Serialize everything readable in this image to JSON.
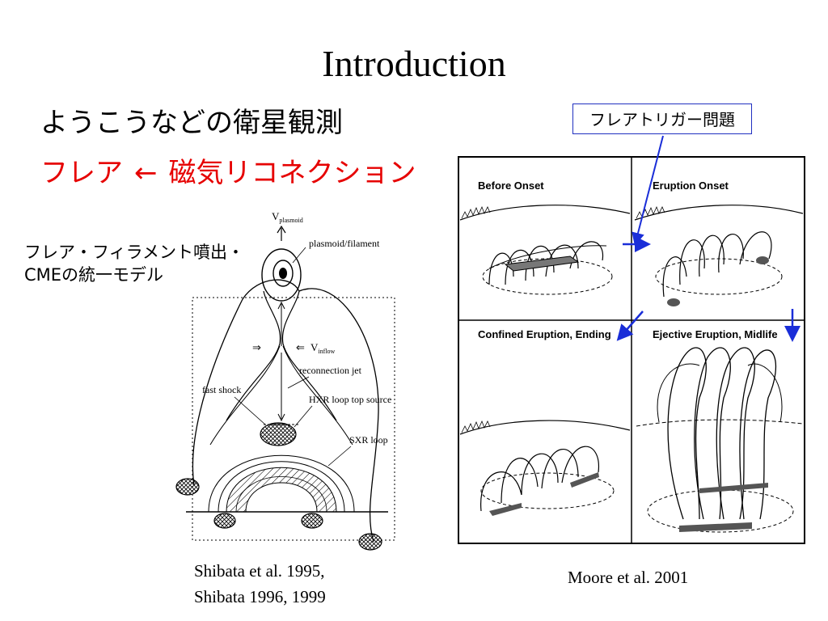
{
  "slide": {
    "title": "Introduction",
    "subtitle": "ようこうなどの衛星観測",
    "flare_line": {
      "left": "フレア",
      "arrow": "←",
      "right": "磁気リコネクション"
    },
    "trigger_label": "フレアトリガー問題",
    "unified_model_label": {
      "line1": "フレア・フィラメント噴出・",
      "line2": "CMEの統一モデル"
    },
    "citation_left": {
      "line1": "Shibata et al. 1995,",
      "line2": "Shibata 1996, 1999"
    },
    "citation_right": "Moore et al. 2001"
  },
  "shibata_diagram": {
    "v_plasmoid": "V",
    "v_plasmoid_sub": "plasmoid",
    "plasmoid_filament": "plasmoid/filament",
    "v_inflow": "V",
    "v_inflow_sub": "inflow",
    "reconnection_jet": "reconnection jet",
    "fast_shock": "fast shock",
    "hxr_loop_top": "HXR loop top source",
    "sxr_loop": "SXR loop"
  },
  "moore_figure": {
    "panels": [
      "Before Onset",
      "Eruption Onset",
      "Confined Eruption, Ending",
      "Ejective Eruption, Midlife"
    ]
  },
  "colors": {
    "accent_red": "#e60000",
    "arrow_blue": "#1a2ed8"
  }
}
